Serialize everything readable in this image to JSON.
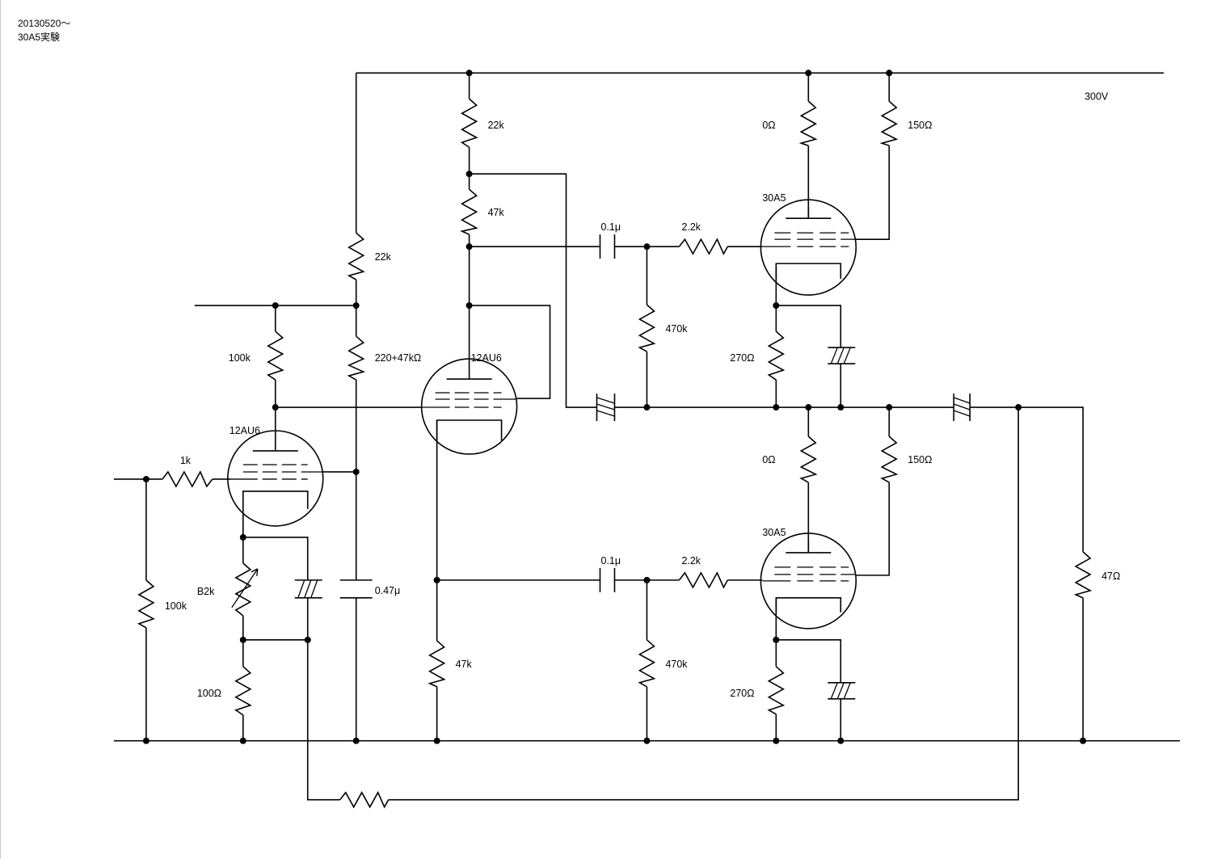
{
  "notes": {
    "date": "20130520～",
    "title": "30A5実験"
  },
  "supply": {
    "voltage": "300V"
  },
  "labels": {
    "r_input_series": "1k",
    "r_input_shunt": "100k",
    "vr_b2k": "B2k",
    "r_cathode_100": "100Ω",
    "r_v1_plate": "100k",
    "r_bias_top": "22k",
    "r_bias_bottom": "220+47kΩ",
    "c_bypass": "0.47μ",
    "v1_type": "12AU6",
    "v2_type": "12AU6",
    "r_v2_plate_top": "22k",
    "r_v2_plate_bottom": "47k",
    "r_v2_cathode": "47k",
    "c_coupling_upper": "0.1μ",
    "c_coupling_lower": "0.1μ",
    "r_grid_stop_upper": "2.2k",
    "r_grid_stop_lower": "2.2k",
    "r_grid_leak_upper": "470k",
    "r_grid_leak_lower": "470k",
    "v3_type": "30A5",
    "v4_type": "30A5",
    "r_v3_plate": "0Ω",
    "r_v3_screen": "150Ω",
    "r_v4_plate": "0Ω",
    "r_v4_screen": "150Ω",
    "r_v3_cathode": "270Ω",
    "r_v4_cathode": "270Ω",
    "r_load": "47Ω"
  }
}
